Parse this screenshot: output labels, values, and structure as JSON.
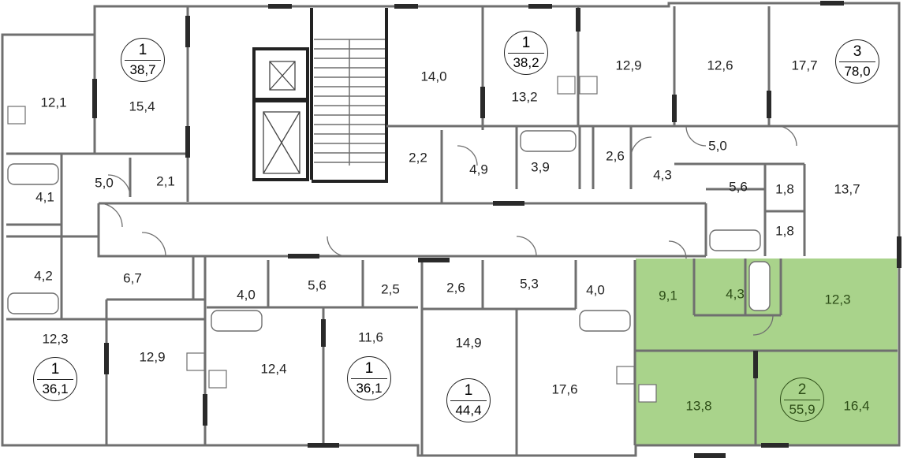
{
  "colors": {
    "wall": "#6f6f6f",
    "wall_dark": "#2a2a2a",
    "highlight": "#a9d38b",
    "highlight_text": "#2d4d17",
    "text": "#222222"
  },
  "apartments": [
    {
      "rooms": "1",
      "area": "38,7"
    },
    {
      "rooms": "1",
      "area": "38,2"
    },
    {
      "rooms": "3",
      "area": "78,0"
    },
    {
      "rooms": "1",
      "area": "36,1"
    },
    {
      "rooms": "1",
      "area": "36,1"
    },
    {
      "rooms": "1",
      "area": "44,4"
    },
    {
      "rooms": "2",
      "area": "55,9",
      "highlighted": true
    }
  ],
  "rooms": [
    "12,1",
    "15,4",
    "5,0",
    "2,1",
    "4,1",
    "14,0",
    "13,2",
    "2,2",
    "4,9",
    "12,9",
    "3,9",
    "2,6",
    "4,3",
    "12,6",
    "17,7",
    "5,0",
    "5,6",
    "1,8",
    "1,8",
    "13,7",
    "4,2",
    "6,7",
    "12,3",
    "12,9",
    "4,0",
    "5,6",
    "2,5",
    "12,4",
    "11,6",
    "2,6",
    "5,3",
    "4,0",
    "14,9",
    "17,6",
    "9,1",
    "4,3",
    "12,3",
    "13,8",
    "16,4"
  ]
}
